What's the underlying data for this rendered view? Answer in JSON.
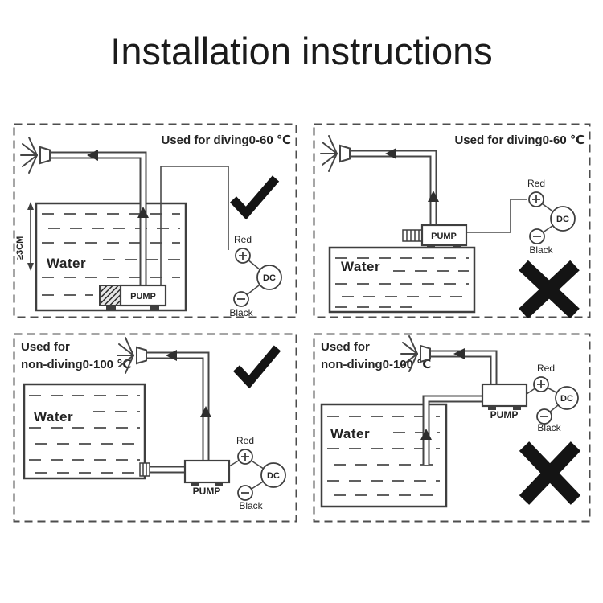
{
  "title": "Installation instructions",
  "colors": {
    "line": "#454545",
    "text": "#222222",
    "mark": "#141414"
  },
  "panels": [
    {
      "name": "diving-correct",
      "header": "Used for diving0-60 ℃",
      "water": "Water",
      "pump": "PUMP",
      "depth": "≥3CM",
      "red": "Red",
      "black": "Black",
      "dc": "DC",
      "verdict": "correct",
      "verdict_icon": "check-mark-icon"
    },
    {
      "name": "diving-incorrect",
      "header": "Used for diving0-60 ℃",
      "water": "Water",
      "pump": "PUMP",
      "red": "Red",
      "black": "Black",
      "dc": "DC",
      "verdict": "incorrect",
      "verdict_icon": "cross-mark-icon"
    },
    {
      "name": "non-diving-correct",
      "header_line1": "Used for",
      "header_line2": "non-diving0-100 ℃",
      "water": "Water",
      "pump": "PUMP",
      "red": "Red",
      "black": "Black",
      "dc": "DC",
      "verdict": "correct",
      "verdict_icon": "check-mark-icon"
    },
    {
      "name": "non-diving-incorrect",
      "header_line1": "Used for",
      "header_line2": "non-diving0-100 ℃",
      "water": "Water",
      "pump": "PUMP",
      "red": "Red",
      "black": "Black",
      "dc": "DC",
      "verdict": "incorrect",
      "verdict_icon": "cross-mark-icon"
    }
  ]
}
